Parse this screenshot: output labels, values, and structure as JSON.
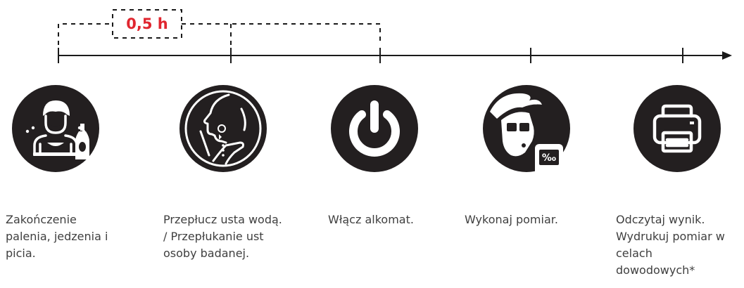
{
  "duration": {
    "label": "0,5 h",
    "color": "#e0262f"
  },
  "colors": {
    "icon_bg": "#231f20",
    "icon_fg": "#ffffff",
    "text": "#3f3f3f",
    "line": "#1a1a1a"
  },
  "steps": [
    {
      "icon": "person-eating-drinking-icon",
      "lines": [
        "Zakończenie",
        "palenia, jedzenia i",
        "picia."
      ]
    },
    {
      "icon": "mouth-rinse-icon",
      "lines": [
        "Przepłucz usta wodą.",
        "/ Przepłukanie ust",
        "osoby badanej."
      ]
    },
    {
      "icon": "power-icon",
      "lines": [
        "Włącz alkomat."
      ]
    },
    {
      "icon": "person-breathalyzer-icon",
      "lines": [
        "Wykonaj pomiar."
      ],
      "device_label": "‰"
    },
    {
      "icon": "printer-icon",
      "lines": [
        "Odczytaj wynik.",
        "Wydrukuj pomiar w",
        "celach",
        "dowodowych*"
      ]
    }
  ]
}
